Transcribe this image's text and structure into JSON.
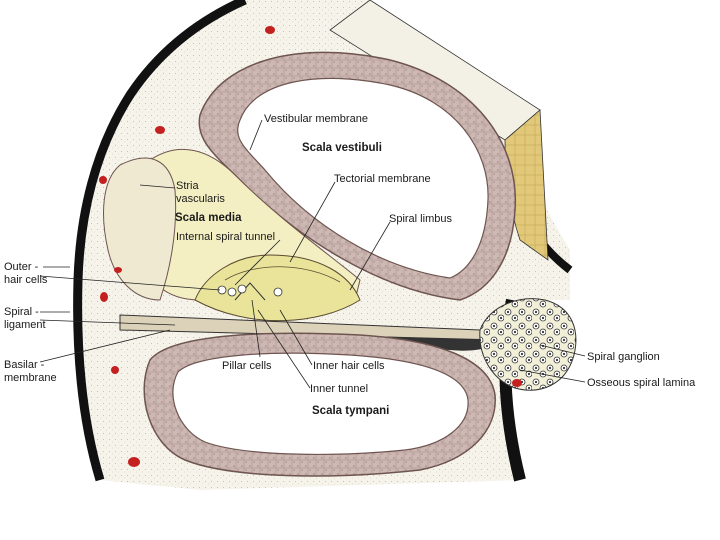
{
  "labels": {
    "vestibular_membrane": "Vestibular membrane",
    "scala_vestibuli": "Scala vestibuli",
    "tectorial_membrane": "Tectorial membrane",
    "stria_vascularis_1": "Stria",
    "stria_vascularis_2": "vascularis",
    "scala_media": "Scala media",
    "spiral_limbus": "Spiral limbus",
    "internal_spiral_tunnel": "Internal spiral tunnel",
    "outer_hair_cells_1": "Outer -",
    "outer_hair_cells_2": "hair cells",
    "spiral_ligament_1": "Spiral -",
    "spiral_ligament_2": "ligament",
    "basilar_membrane_1": "Basilar -",
    "basilar_membrane_2": "membrane",
    "pillar_cells": "Pillar cells",
    "inner_hair_cells": "Inner hair cells",
    "inner_tunnel": "Inner tunnel",
    "scala_tympani": "Scala tympani",
    "spiral_ganglion": "Spiral ganglion",
    "osseous_spiral_lamina": "Osseous spiral lamina"
  },
  "colors": {
    "bone": "#f6f3ea",
    "bone_edge": "#111111",
    "membrane_wall": "#c9b3b0",
    "scala_media_fill": "#f3efc2",
    "organ_corti": "#e9e49a",
    "cut_surface": "#e2c97a",
    "blood": "#c42020"
  }
}
